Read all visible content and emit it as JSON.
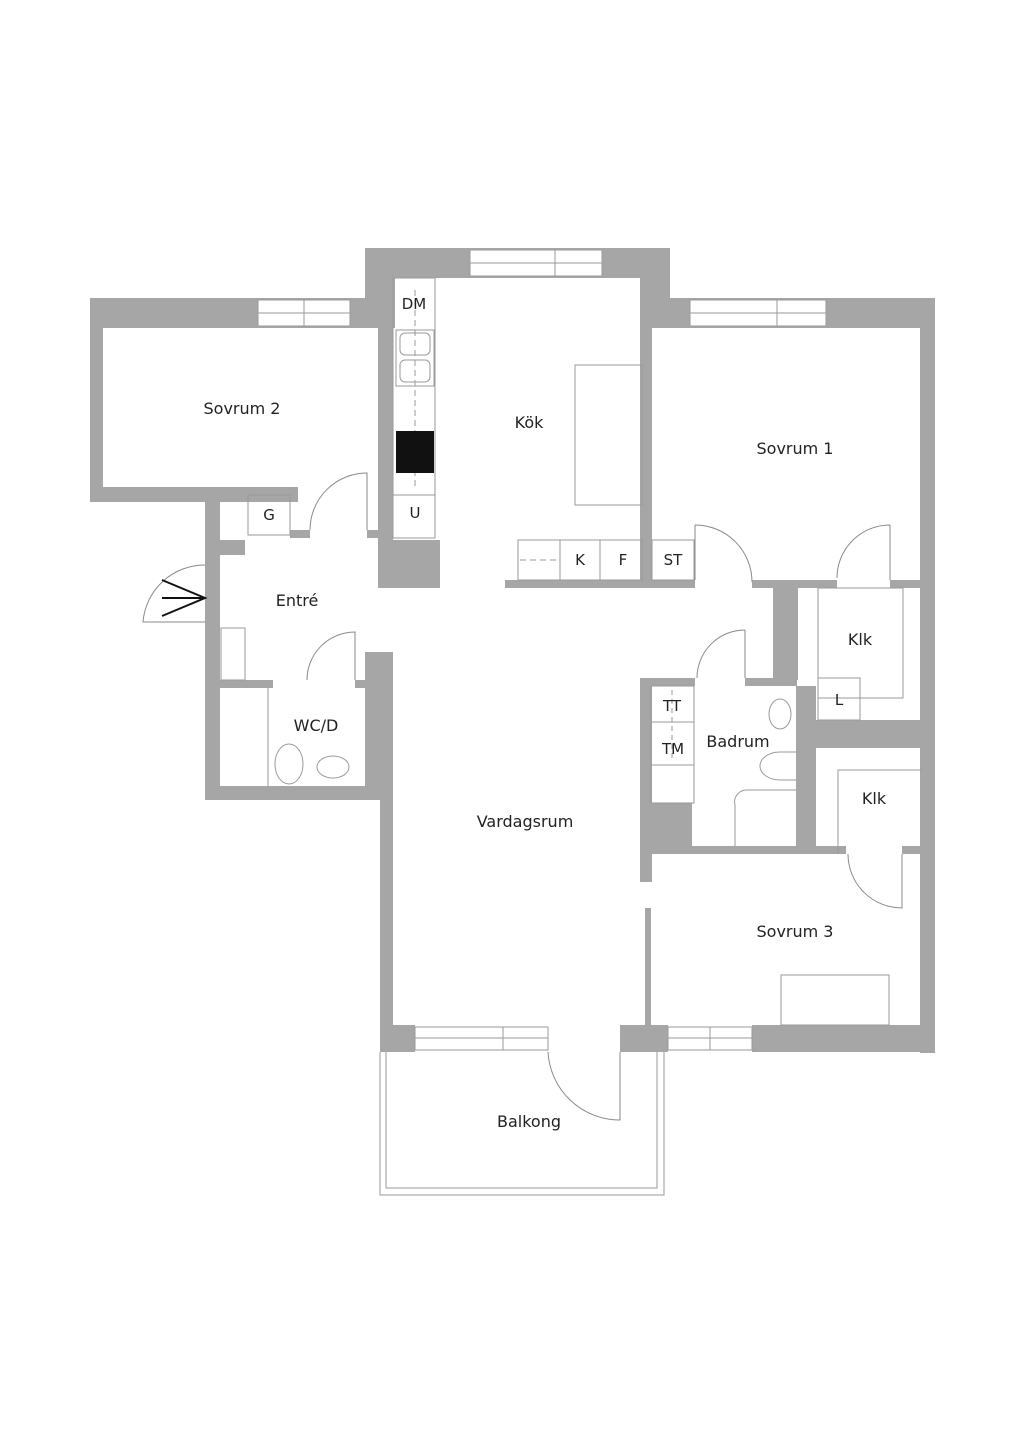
{
  "rooms": {
    "sovrum2": "Sovrum 2",
    "kok": "Kök",
    "sovrum1": "Sovrum 1",
    "entre": "Entré",
    "wcd": "WC/D",
    "vardagsrum": "Vardagsrum",
    "badrum": "Badrum",
    "klk1": "Klk",
    "klk2": "Klk",
    "sovrum3": "Sovrum 3",
    "balkong": "Balkong"
  },
  "fixtures": {
    "dm": "DM",
    "u": "U",
    "g": "G",
    "k": "K",
    "f": "F",
    "st": "ST",
    "tt": "TT",
    "tm": "TM",
    "l": "L"
  },
  "colors": {
    "wall": "#a6a6a6",
    "background": "#ffffff"
  }
}
